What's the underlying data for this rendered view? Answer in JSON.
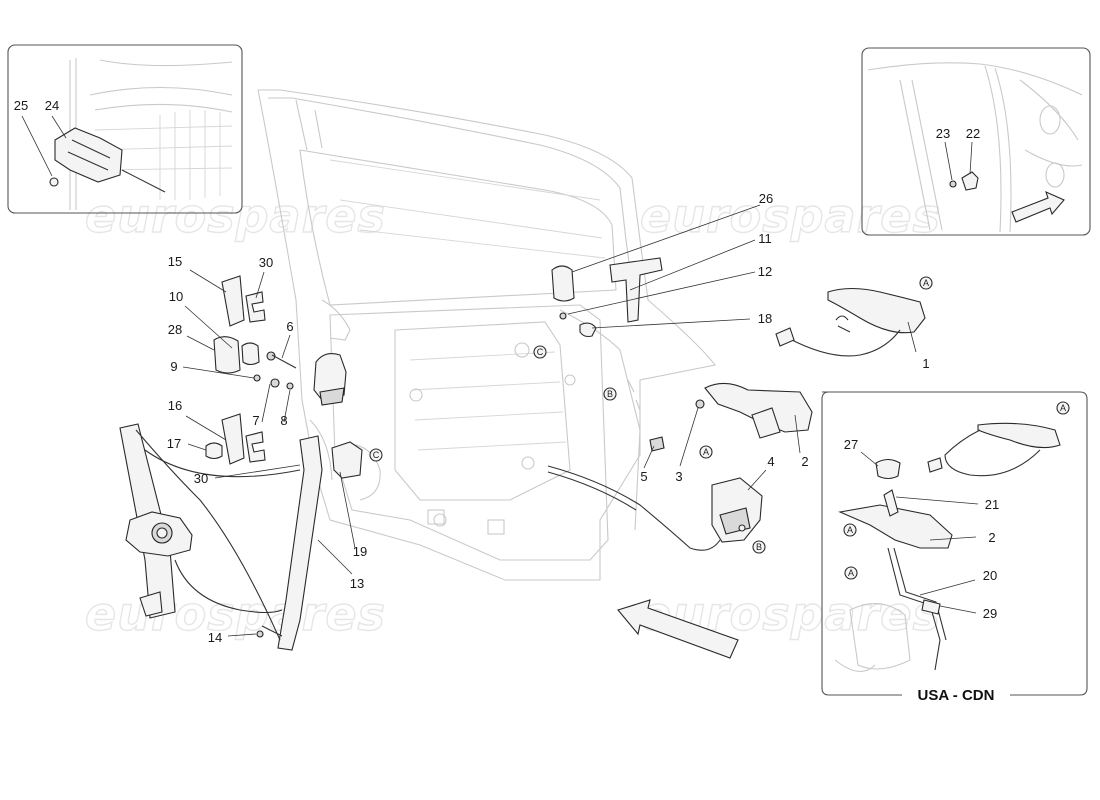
{
  "watermark": "eurospares",
  "region_label": "USA - CDN",
  "callouts": {
    "c1": "1",
    "c2": "2",
    "c2b": "2",
    "c3": "3",
    "c4": "4",
    "c5": "5",
    "c6": "6",
    "c7": "7",
    "c8": "8",
    "c9": "9",
    "c10": "10",
    "c11": "11",
    "c12": "12",
    "c13": "13",
    "c14": "14",
    "c15": "15",
    "c16": "16",
    "c17": "17",
    "c18": "18",
    "c19": "19",
    "c20": "20",
    "c21": "21",
    "c22": "22",
    "c23": "23",
    "c24": "24",
    "c25": "25",
    "c26": "26",
    "c27": "27",
    "c28": "28",
    "c29": "29",
    "c30a": "30",
    "c30b": "30"
  },
  "connector_tags": {
    "a1": "A",
    "a2": "A",
    "a3": "A",
    "a4": "A",
    "a5": "A",
    "b1": "B",
    "b2": "B",
    "c1": "C",
    "c2": "C"
  }
}
